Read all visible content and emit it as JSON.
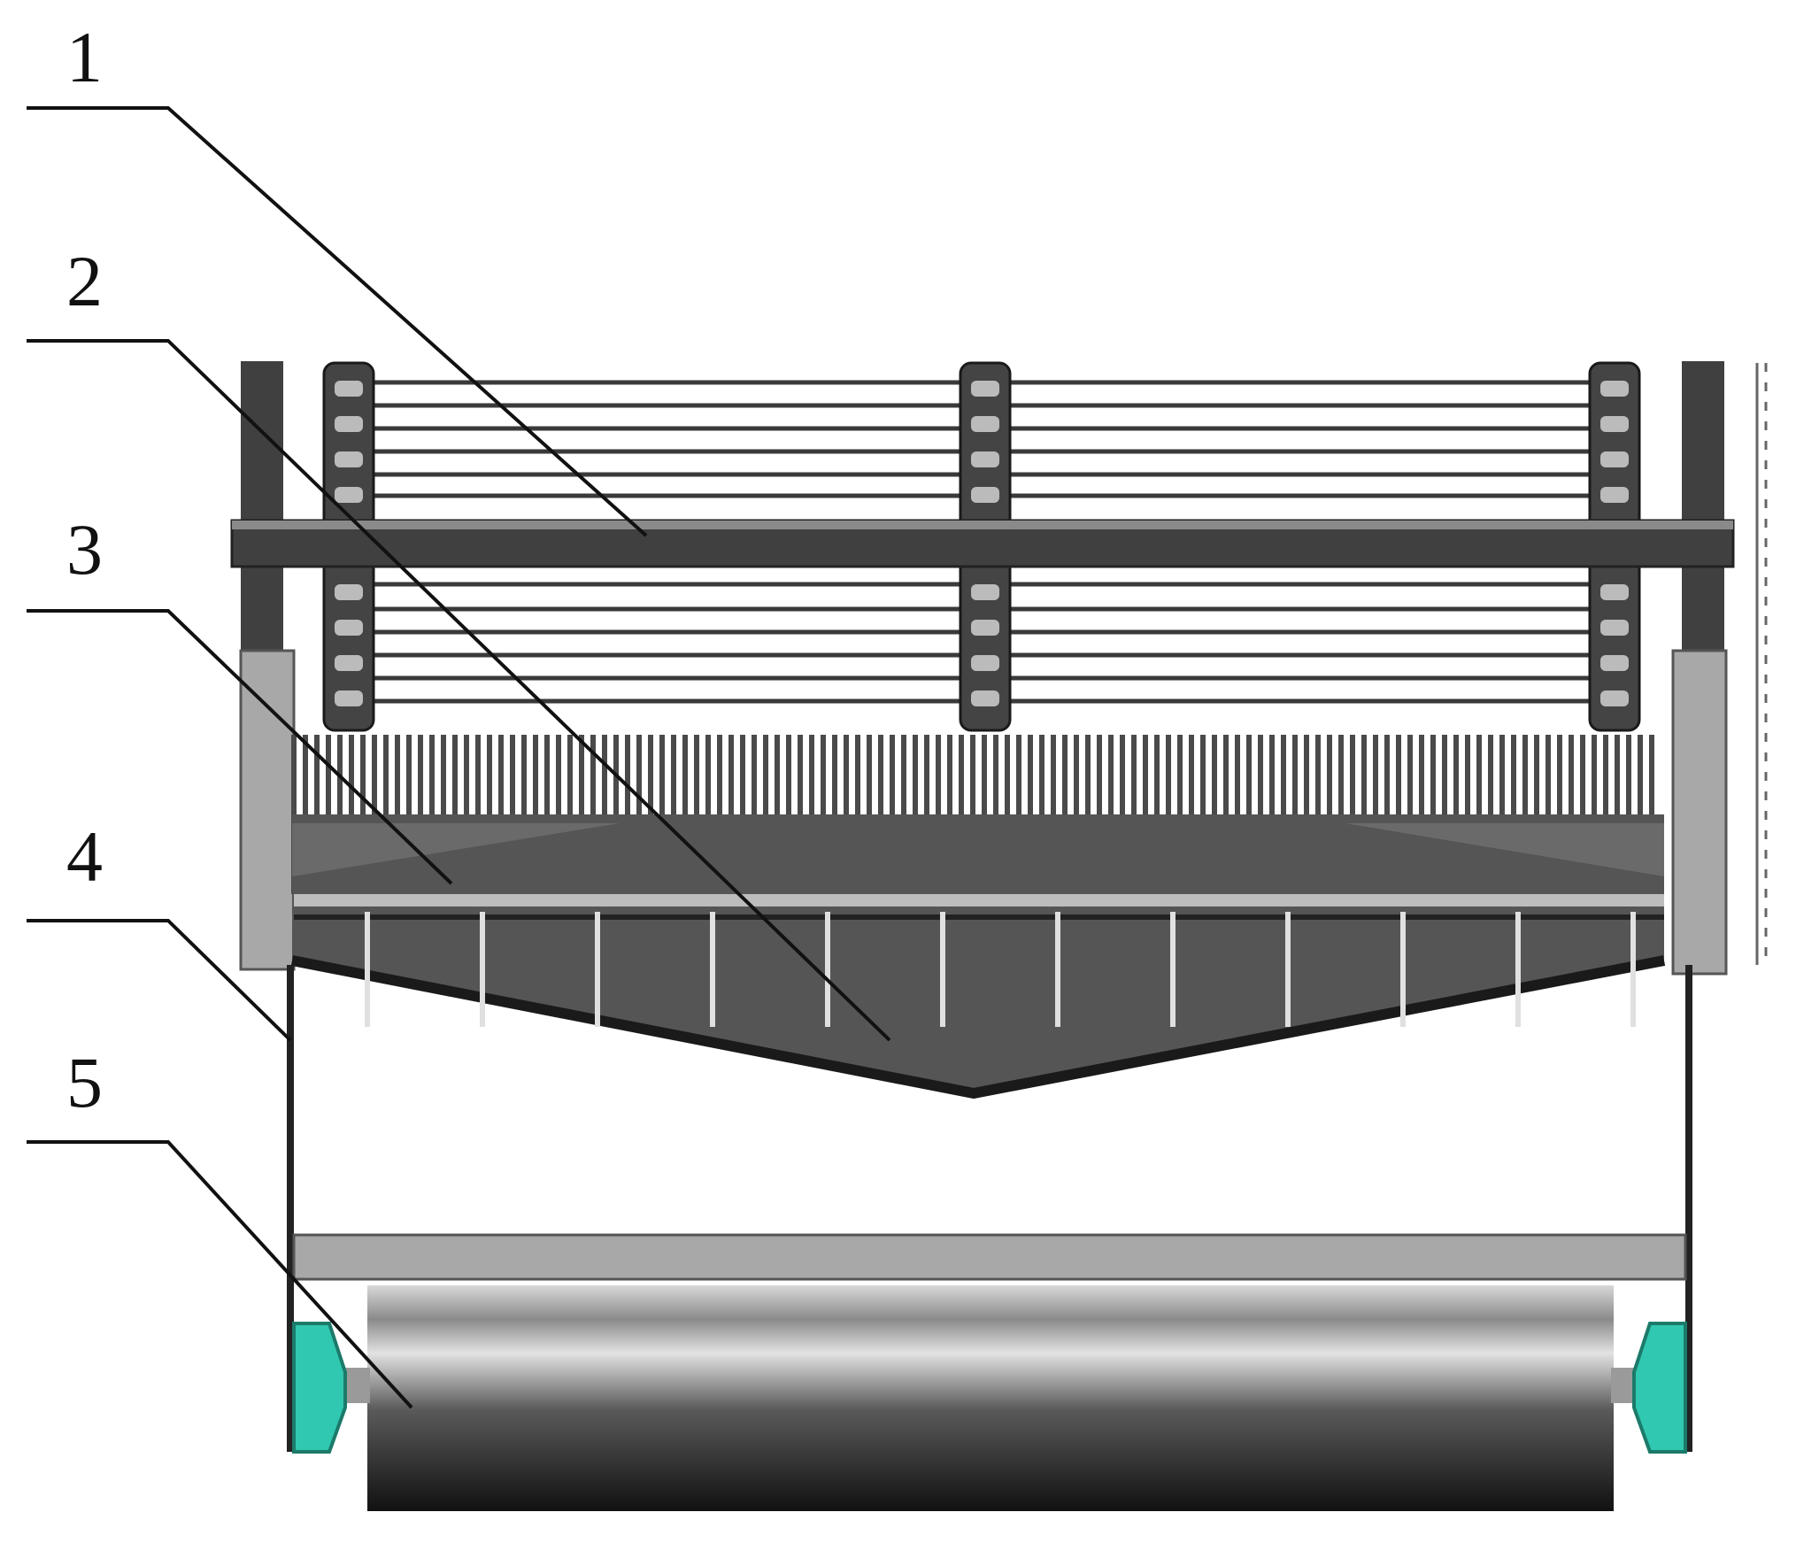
{
  "callouts": [
    {
      "id": "1",
      "label": "1"
    },
    {
      "id": "2",
      "label": "2"
    },
    {
      "id": "3",
      "label": "3"
    },
    {
      "id": "4",
      "label": "4"
    },
    {
      "id": "5",
      "label": "5"
    }
  ],
  "colors": {
    "frame_dark": "#404040",
    "plate_dark": "#555555",
    "frame_grey": "#a8a8a8",
    "belt_light": "#dcdcdc",
    "roller_dark": "#151515",
    "bearing_cyan": "#30c8b0",
    "line": "#111111"
  }
}
